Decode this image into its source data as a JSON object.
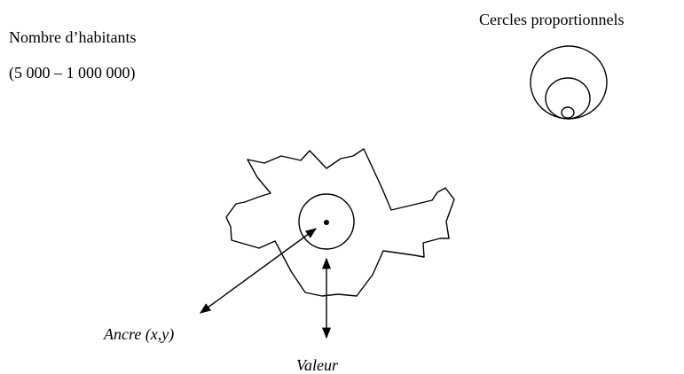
{
  "variable": {
    "name": "Nombre d’habitants",
    "range": "(5 000 – 1 000 000)"
  },
  "legend": {
    "title": "Cercles proportionnels",
    "symbol_icon": "nested-circles-icon"
  },
  "diagram": {
    "anchor_label": "Ancre (x,y)",
    "value_label": "Valeur",
    "anchor_icon": "anchor-dot-icon",
    "arrow_icon": "double-arrow-icon"
  },
  "colors": {
    "stroke": "#000000",
    "background": "#ffffff"
  }
}
